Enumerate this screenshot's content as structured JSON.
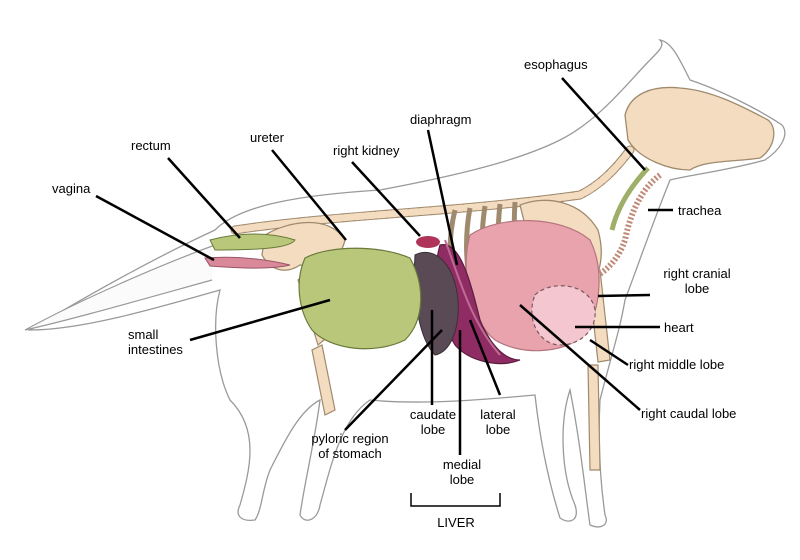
{
  "labels": {
    "esophagus": "esophagus",
    "diaphragm": "diaphragm",
    "rectum": "rectum",
    "ureter": "ureter",
    "right_kidney": "right kidney",
    "vagina": "vagina",
    "trachea": "trachea",
    "right_cranial_lobe": "right cranial\nlobe",
    "heart": "heart",
    "right_middle_lobe": "right middle lobe",
    "right_caudal_lobe": "right caudal lobe",
    "small_intestines": "small\nintestines",
    "pyloric_region": "pyloric region\nof stomach",
    "caudate_lobe": "caudate\nlobe",
    "lateral_lobe": "lateral\nlobe",
    "medial_lobe": "medial\nlobe",
    "liver": "LIVER"
  },
  "colors": {
    "outline": "#8a8a8a",
    "bone": "#f3dcc0",
    "bone_stroke": "#a08a6e",
    "lung": "#e8a3ad",
    "intestine": "#b8c77a",
    "stomach": "#5a4a55",
    "liver_lobe": "#8e2c63",
    "kidney": "#b0345a",
    "leader": "#000000"
  }
}
